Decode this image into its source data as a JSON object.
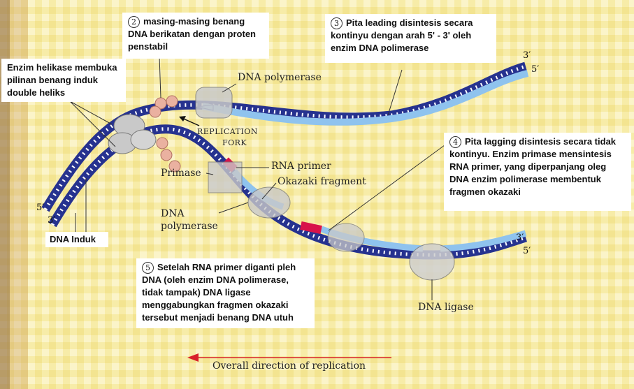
{
  "notes": {
    "n1": "Enzim helikase membuka pilinan benang induk double heliks",
    "n2": {
      "num": "2",
      "text": "masing-masing benang DNA berikatan dengan proten penstabil"
    },
    "n3": {
      "num": "3",
      "text": "Pita leading disintesis secara kontinyu dengan arah 5' - 3' oleh enzim DNA polimerase"
    },
    "n4": {
      "num": "4",
      "text": "Pita lagging disintesis secara tidak kontinyu. Enzim primase mensintesis RNA primer, yang diperpanjang oleg DNA enzim polimerase membentuk fragmen okazaki"
    },
    "n5": {
      "num": "5",
      "text": "Setelah RNA primer diganti pleh DNA (oleh enzim DNA polimerase, tidak tampak) DNA ligase menggabungkan fragmen okazaki tersebut menjadi benang DNA utuh"
    },
    "dna_induk": "DNA Induk"
  },
  "labels": {
    "dna_polymerase_top": "DNA polymerase",
    "replication": "REPLICATION",
    "fork": "FORK",
    "primase": "Primase",
    "rna_primer": "RNA primer",
    "okazaki": "Okazaki fragment",
    "dna_poly_line1": "DNA",
    "dna_poly_line2": "polymerase",
    "dna_ligase": "DNA ligase",
    "overall": "Overall direction of replication"
  },
  "ends": {
    "top3": "3′",
    "top5": "5′",
    "left5": "5′",
    "left3": "3′",
    "bot3": "3′",
    "bot5": "5′"
  },
  "colors": {
    "parent_strand": "#26328f",
    "new_strand": "#8fc3ee",
    "rna_primer": "#d8134a",
    "protein": "#c9c9c9",
    "ssb": "#eab1a0",
    "arrow": "#d8202a"
  }
}
